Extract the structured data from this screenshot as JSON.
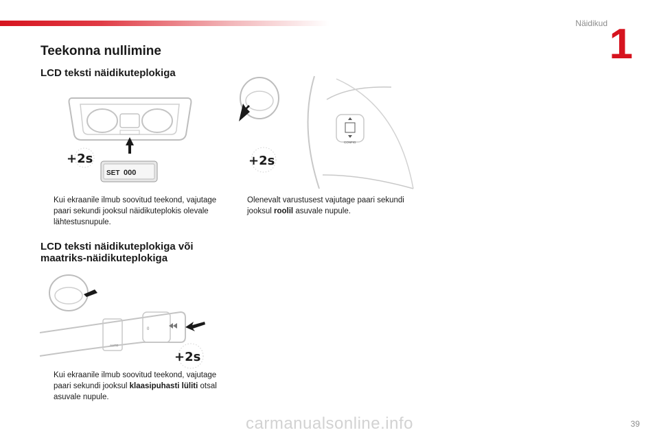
{
  "header": {
    "section_label": "Näidikud",
    "chapter_number": "1",
    "page_number": "39"
  },
  "title": "Teekonna nullimine",
  "section1": {
    "heading": "LCD teksti näidikuteplokiga",
    "set_button_label": "SET",
    "set_button_value": "000",
    "duration_badge": "+2s",
    "bullet_text": "Kui ekraanile ilmub soovitud teekond, vajutage paari sekundi jooksul näidikuteplokis olevale lähtestusnupule."
  },
  "section2": {
    "duration_badge": "+2s",
    "config_label": "CONFIG",
    "bullet_before": "Olenevalt varustusest vajutage paari sekundi jooksul",
    "bullet_bold": "roolil",
    "bullet_after": "asuvale nupule."
  },
  "section3": {
    "heading": "LCD teksti näidikuteplokiga või maatriks-näidikuteplokiga",
    "duration_badge": "+2s",
    "stalk_labels": [
      "0",
      "AUTO"
    ],
    "bullet_before": "Kui ekraanile ilmub soovitud teekond, vajutage paari sekundi jooksul",
    "bullet_bold": "klaasipuhasti lüliti",
    "bullet_after": "otsal asuvale nupule."
  },
  "bullet_marker": "",
  "watermark": "carmanualsonline.info"
}
